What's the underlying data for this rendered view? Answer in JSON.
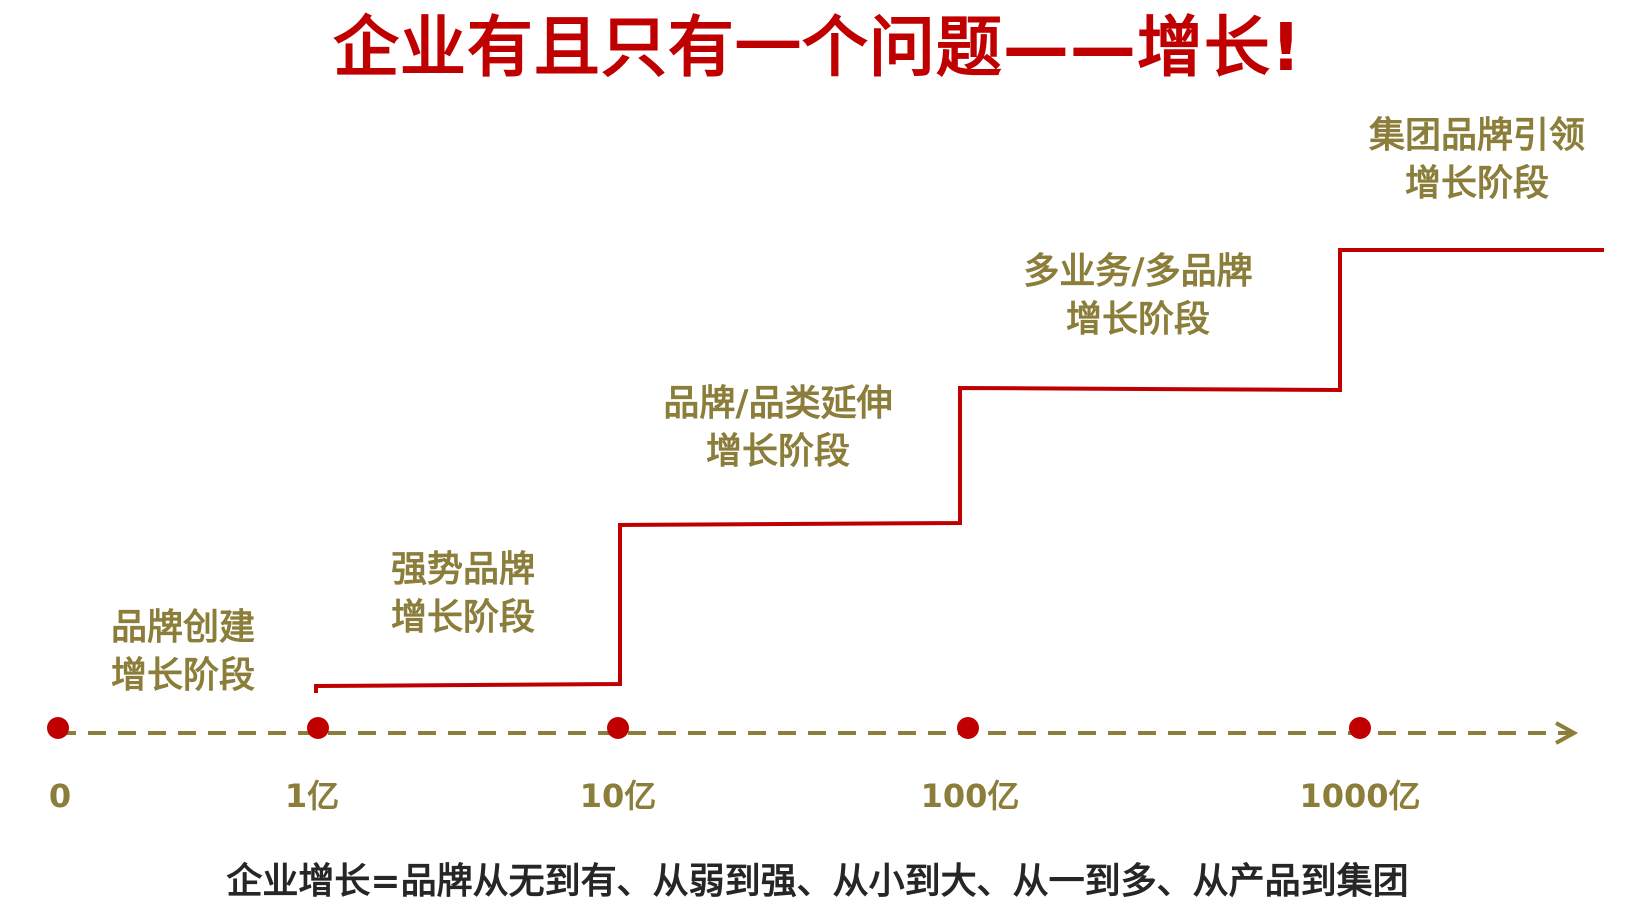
{
  "title": "企业有且只有一个问题——增长!",
  "stages": [
    {
      "line1": "品牌创建",
      "line2": "增长阶段"
    },
    {
      "line1": "强势品牌",
      "line2": "增长阶段"
    },
    {
      "line1": "品牌/品类延伸",
      "line2": "增长阶段"
    },
    {
      "line1": "多业务/多品牌",
      "line2": "增长阶段"
    },
    {
      "line1": "集团品牌引领",
      "line2": "增长阶段"
    }
  ],
  "axis_ticks": [
    "0",
    "1亿",
    "10亿",
    "100亿",
    "1000亿"
  ],
  "footer": "企业增长=品牌从无到有、从弱到强、从小到大、从一到多、从产品到集团",
  "colors": {
    "title": "#c00000",
    "step_line": "#c00000",
    "stage_text": "#8b7d3a",
    "axis": "#8b7d3a",
    "footer": "#262626"
  }
}
